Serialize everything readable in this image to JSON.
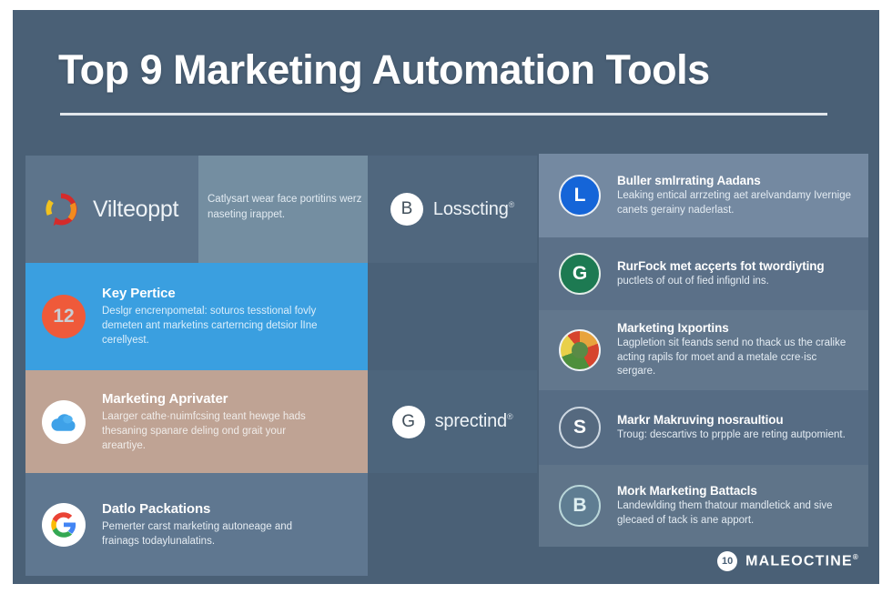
{
  "header": {
    "title": "Top 9 Marketing Automation Tools"
  },
  "left_column": [
    {
      "brand_name": "Vilteoppt",
      "icon": "swirl-logo-icon",
      "overlay_text": "Catlysart wear face portitins werz naseting irappet."
    },
    {
      "badge_number": "12",
      "title": "Key Pertice",
      "desc": "Deslgr encrenpometal: soturos tesstional fovly demeten ant marketins carterncing detsior lIne cerellyest."
    },
    {
      "icon": "cloud-icon",
      "title": "Marketing Aprivater",
      "desc": "Laarger cathe·nuimfcsing teant hewge hads thesaning spanare deling ond grait your areartiye."
    },
    {
      "icon": "google-g-icon",
      "title": "Datlo Packations",
      "desc": "Pemerter carst marketing autoneage and frainags todaylunalatins."
    }
  ],
  "middle_column": [
    {
      "initial": "B",
      "name": "Losscting",
      "trademark": "®"
    },
    {
      "initial": "G",
      "name": "sprectind",
      "trademark": "®"
    }
  ],
  "right_column": [
    {
      "initial": "L",
      "badge_color": "#1565d8",
      "title": "Buller smlrrating Aadans",
      "desc": "Leaking entical arrzeting aet arelvandamy Ivernige canets gerainy naderlast."
    },
    {
      "initial": "G",
      "badge_color": "#1d7a52",
      "title": "RurFock met acçerts fot twordiyting",
      "desc": "puctlets of out of fied infignld ins."
    },
    {
      "initial": "",
      "badge_color": "#5a8a46",
      "title": "Marketing Ixportins",
      "desc": "Lagpletion sit feands send no thack us the cralike acting rapils for moet and a metale ccre·isc sergare."
    },
    {
      "initial": "S",
      "badge_color": "#55697f",
      "title": "Markr Makruving nosraultiou",
      "desc": "Troug: descartivs to prpple are reting autpomient."
    },
    {
      "initial": "B",
      "badge_color": "#5f7d92",
      "title": "Mork Marketing Battacls",
      "desc": "Landewlding them thatour mandletick and sive glecaed of tack is ane apport."
    }
  ],
  "footer": {
    "mark": "10",
    "name": "MALEOCTINE",
    "trademark": "®"
  },
  "colors": {
    "background": "#4a6076",
    "accent_blue": "#3a9fe0",
    "accent_tan": "#bfa394",
    "accent_red": "#ef5a3a",
    "panel_slate": "#55697f",
    "text_light": "#ffffff"
  }
}
